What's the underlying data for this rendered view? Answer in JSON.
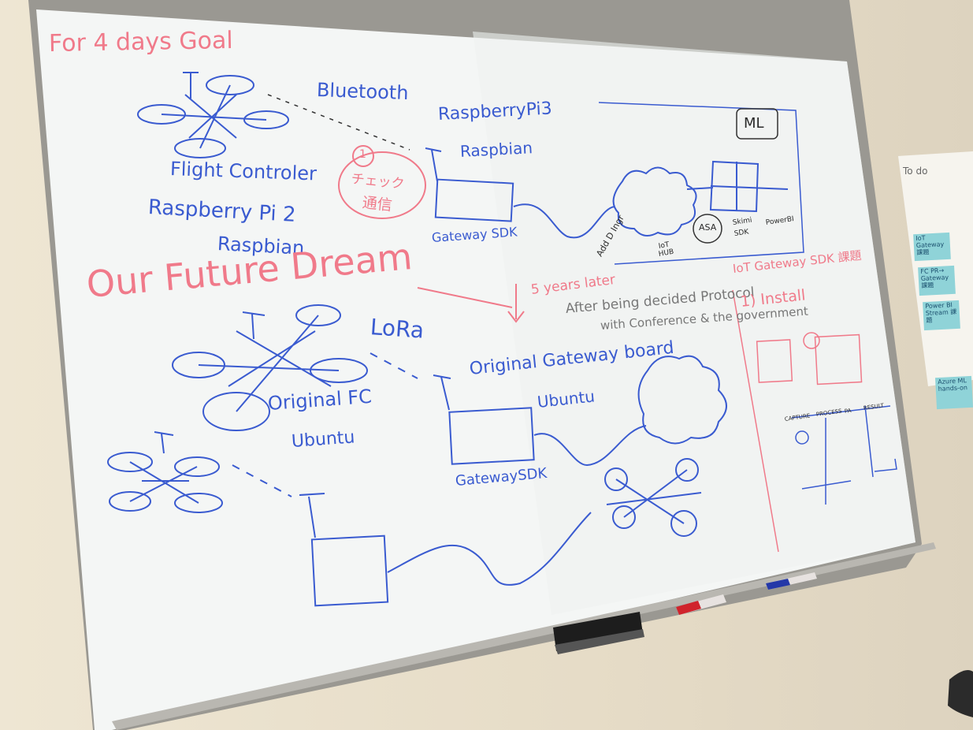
{
  "board": {
    "title": "For 4 days Goal",
    "top_section": {
      "link_label": "Bluetooth",
      "drone_labels": [
        "Flight Controler",
        "Raspberry Pi 2",
        "Raspbian"
      ],
      "circle_note": [
        "チェック",
        "通信"
      ],
      "circle_number": "1",
      "gateway_device": [
        "RaspberryPi3",
        "Raspbian"
      ],
      "gateway_sdk": "Gateway SDK"
    },
    "cloud_section": {
      "ml_label": "ML",
      "asa_label": "ASA",
      "side_labels": [
        "IoT",
        "HUB",
        "Skimi",
        "SDK",
        "PowerBI"
      ],
      "scribble": "Add D Ingr"
    },
    "future_section": {
      "title": "Our Future Dream",
      "arrow_note": "5 years later",
      "note_line1": "After being decided Protocol",
      "note_line2": "with Conference & the government",
      "link_label": "LoRa",
      "drone_labels": [
        "Original FC",
        "Ubuntu"
      ],
      "gateway_labels": [
        "Original Gateway board",
        "Ubuntu"
      ],
      "gateway_sdk": "GatewaySDK"
    },
    "right_panel": {
      "title": "IoT Gateway SDK 課題",
      "step": "1) Install",
      "table_headers": [
        "CAPTURE",
        "PROCESS",
        "PA",
        "RESULT"
      ]
    }
  },
  "stickies": {
    "header": "To do",
    "notes": [
      "IoT Gateway 課題",
      "FC PR→ Gateway課題",
      "Power BI Stream 課題",
      "Azure ML hands-on"
    ]
  },
  "tray": {
    "items": [
      "eraser",
      "red marker",
      "blue marker"
    ]
  },
  "colors": {
    "blue_ink": "#3a5bd0",
    "red_ink": "#f07a8a",
    "board": "#f6f8f7",
    "frame": "#8b8b86",
    "wall": "#e6dcc7"
  }
}
